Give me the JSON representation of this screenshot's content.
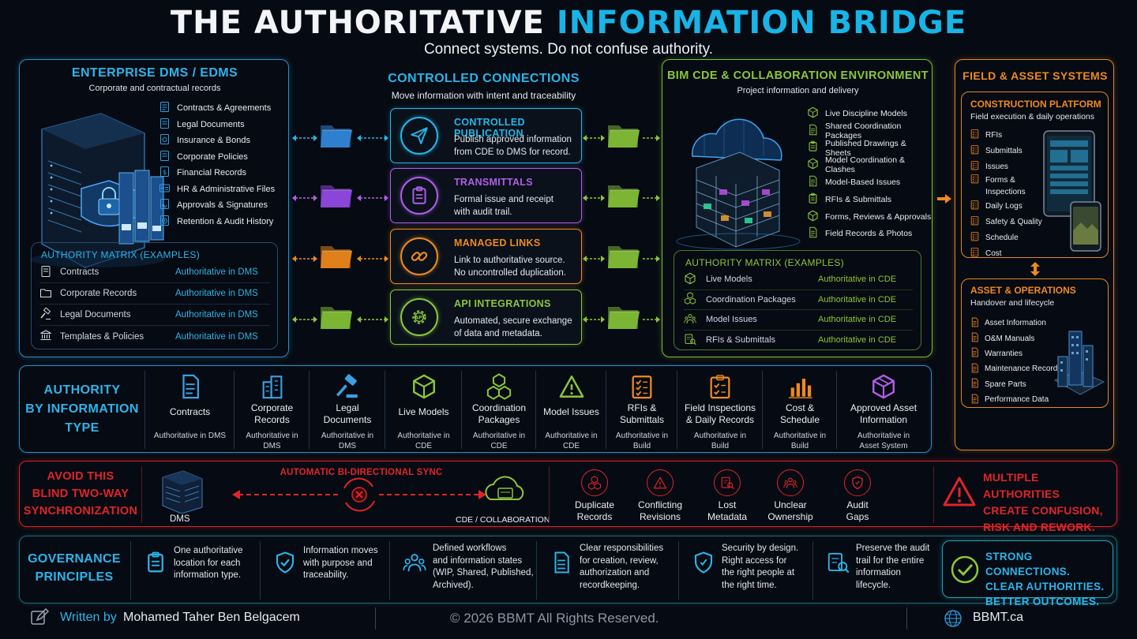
{
  "header": {
    "title_main": "THE AUTHORITATIVE",
    "title_highlight": "INFORMATION BRIDGE",
    "subtitle": "Connect systems. Do not confuse authority."
  },
  "dms": {
    "title": "ENTERPRISE DMS / EDMS",
    "subtitle": "Corporate and contractual records",
    "items": [
      "Contracts & Agreements",
      "Legal Documents",
      "Insurance & Bonds",
      "Corporate Policies",
      "Financial Records",
      "HR & Administrative Files",
      "Approvals & Signatures",
      "Retention & Audit History"
    ],
    "matrix_title": "AUTHORITY MATRIX (EXAMPLES)",
    "matrix": [
      {
        "label": "Contracts",
        "value": "Authoritative in DMS"
      },
      {
        "label": "Corporate Records",
        "value": "Authoritative in DMS"
      },
      {
        "label": "Legal Documents",
        "value": "Authoritative in DMS"
      },
      {
        "label": "Templates & Policies",
        "value": "Authoritative in DMS"
      }
    ]
  },
  "connections": {
    "title": "CONTROLLED CONNECTIONS",
    "subtitle": "Move information with intent and traceability",
    "items": [
      {
        "title": "CONTROLLED PUBLICATION",
        "desc1": "Publish approved information",
        "desc2": "from CDE to DMS for record.",
        "color": "#22b8e8",
        "icon": "paper-plane-icon"
      },
      {
        "title": "TRANSMITTALS",
        "desc1": "Formal issue and receipt",
        "desc2": "with audit trail.",
        "color": "#b05ee8",
        "icon": "clipboard-icon"
      },
      {
        "title": "MANAGED LINKS",
        "desc1": "Link to authoritative source.",
        "desc2": "No uncontrolled duplication.",
        "color": "#ef8a1f",
        "icon": "link-icon"
      },
      {
        "title": "API INTEGRATIONS",
        "desc1": "Automated, secure exchange",
        "desc2": "of data and metadata.",
        "color": "#8cc63a",
        "icon": "api-gear-icon"
      }
    ]
  },
  "cde": {
    "title": "BIM CDE & COLLABORATION ENVIRONMENT",
    "subtitle": "Project information and delivery",
    "items": [
      "Live Discipline Models",
      "Shared Coordination Packages",
      "Published Drawings & Sheets",
      "Model Coordination & Clashes",
      "Model-Based Issues",
      "RFIs & Submittals",
      "Forms, Reviews & Approvals",
      "Field Records & Photos"
    ],
    "matrix_title": "AUTHORITY MATRIX (EXAMPLES)",
    "matrix": [
      {
        "label": "Live Models",
        "value": "Authoritative in CDE"
      },
      {
        "label": "Coordination Packages",
        "value": "Authoritative in CDE"
      },
      {
        "label": "Model Issues",
        "value": "Authoritative in CDE"
      },
      {
        "label": "RFIs & Submittals",
        "value": "Authoritative in CDE"
      }
    ]
  },
  "field": {
    "title": "FIELD & ASSET SYSTEMS",
    "construction": {
      "title": "CONSTRUCTION PLATFORM",
      "subtitle": "Field execution & daily operations",
      "items": [
        "RFIs",
        "Submittals",
        "Issues",
        "Forms &",
        "Inspections",
        "Daily Logs",
        "Safety & Quality",
        "Schedule",
        "Cost"
      ]
    },
    "asset": {
      "title": "ASSET & OPERATIONS",
      "subtitle": "Handover and lifecycle",
      "items": [
        "Asset Information",
        "O&M Manuals",
        "Warranties",
        "Maintenance Records",
        "Spare Parts",
        "Performance Data"
      ]
    }
  },
  "authority": {
    "heading": [
      "AUTHORITY",
      "BY INFORMATION",
      "TYPE"
    ],
    "columns": [
      {
        "name": [
          "Contracts"
        ],
        "auth": [
          "Authoritative in DMS"
        ],
        "icon": "document-icon",
        "color": "#3b9fe0"
      },
      {
        "name": [
          "Corporate",
          "Records"
        ],
        "auth": [
          "Authoritative in",
          "DMS"
        ],
        "icon": "building-icon",
        "color": "#3b9fe0"
      },
      {
        "name": [
          "Legal",
          "Documents"
        ],
        "auth": [
          "Authoritative in",
          "DMS"
        ],
        "icon": "gavel-icon",
        "color": "#3b9fe0"
      },
      {
        "name": [
          "Live Models"
        ],
        "auth": [
          "Authoritative in",
          "CDE"
        ],
        "icon": "cube-icon",
        "color": "#8cc63a"
      },
      {
        "name": [
          "Coordination",
          "Packages"
        ],
        "auth": [
          "Authoritative in",
          "CDE"
        ],
        "icon": "cubes-icon",
        "color": "#8cc63a"
      },
      {
        "name": [
          "Model Issues"
        ],
        "auth": [
          "Authoritative in",
          "CDE"
        ],
        "icon": "warning-icon",
        "color": "#8cc63a"
      },
      {
        "name": [
          "RFIs &",
          "Submittals"
        ],
        "auth": [
          "Authoritative in",
          "Build"
        ],
        "icon": "checklist-icon",
        "color": "#ef8a1f"
      },
      {
        "name": [
          "Field Inspections",
          "& Daily Records"
        ],
        "auth": [
          "Authoritative in",
          "Build"
        ],
        "icon": "clipboard-check-icon",
        "color": "#ef8a1f"
      },
      {
        "name": [
          "Cost &",
          "Schedule"
        ],
        "auth": [
          "Authoritative in",
          "Build"
        ],
        "icon": "bar-chart-icon",
        "color": "#ef8a1f"
      },
      {
        "name": [
          "Approved Asset",
          "Information"
        ],
        "auth": [
          "Authoritative in",
          "Asset System"
        ],
        "icon": "box-icon",
        "color": "#b05ee8"
      }
    ]
  },
  "avoid": {
    "heading": [
      "AVOID THIS",
      "BLIND TWO-WAY",
      "SYNCHRONIZATION"
    ],
    "sync_label": "AUTOMATIC BI-DIRECTIONAL SYNC",
    "left_label": "DMS",
    "right_label": "CDE / COLLABORATION",
    "problems": [
      {
        "label": [
          "Duplicate",
          "Records"
        ]
      },
      {
        "label": [
          "Conflicting",
          "Revisions"
        ]
      },
      {
        "label": [
          "Lost",
          "Metadata"
        ]
      },
      {
        "label": [
          "Unclear",
          "Ownership"
        ]
      },
      {
        "label": [
          "Audit",
          "Gaps"
        ]
      }
    ],
    "warning": [
      "MULTIPLE AUTHORITIES",
      "CREATE CONFUSION,",
      "RISK AND REWORK."
    ]
  },
  "governance": {
    "heading": [
      "GOVERNANCE",
      "PRINCIPLES"
    ],
    "items": [
      {
        "text": [
          "One authoritative",
          "location for each",
          "information type."
        ],
        "icon": "clipboard-icon"
      },
      {
        "text": [
          "Information moves",
          "with purpose and",
          "traceability."
        ],
        "icon": "shield-check-icon"
      },
      {
        "text": [
          "Defined workflows",
          "and information states",
          "(WIP, Shared, Published,",
          "Archived)."
        ],
        "icon": "people-icon"
      },
      {
        "text": [
          "Clear responsibilities",
          "for creation, review,",
          "authorization and",
          "recordkeeping."
        ],
        "icon": "document-list-icon"
      },
      {
        "text": [
          "Security by design.",
          "Right access for",
          "the right people at",
          "the right time."
        ],
        "icon": "shield-icon"
      },
      {
        "text": [
          "Preserve the audit",
          "trail for the entire",
          "information",
          "lifecycle."
        ],
        "icon": "audit-icon"
      }
    ],
    "outcome": [
      "STRONG CONNECTIONS.",
      "CLEAR AUTHORITIES.",
      "BETTER OUTCOMES."
    ]
  },
  "footer": {
    "written_label": "Written by",
    "author": "Mohamed Taher Ben Belgacem",
    "copyright": "© 2026 BBMT All Rights Reserved.",
    "website": "BBMT.ca"
  },
  "colors": {
    "blue": "#22b8e8",
    "green": "#8cc63a",
    "orange": "#ef8a1f",
    "purple": "#b05ee8",
    "red": "#e0242a"
  }
}
